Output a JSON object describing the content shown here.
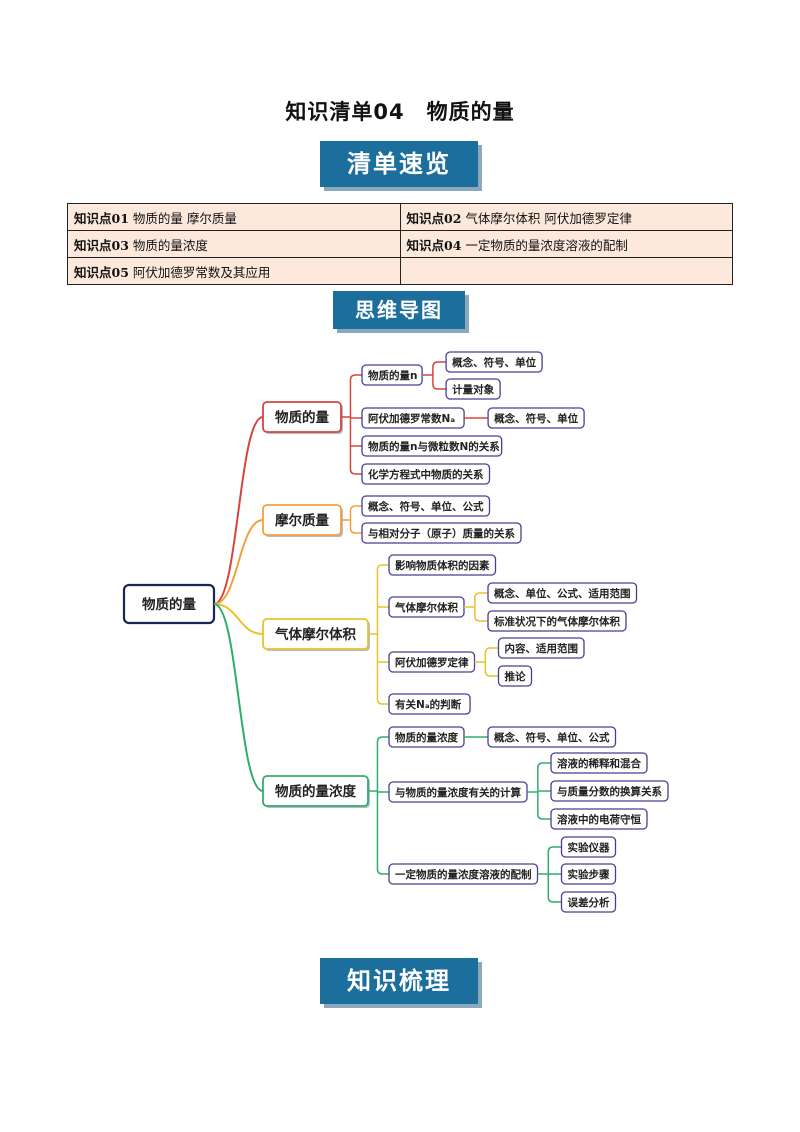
{
  "page_title": "知识清单04　物质的量",
  "banners": {
    "overview": "清单速览",
    "mindmap": "思维导图",
    "knowledge": "知识梳理"
  },
  "knowledge_points": [
    {
      "num": "知识点01",
      "name": "物质的量  摩尔质量"
    },
    {
      "num": "知识点02",
      "name": "气体摩尔体积  阿伏加德罗定律"
    },
    {
      "num": "知识点03",
      "name": "物质的量浓度"
    },
    {
      "num": "知识点04",
      "name": "一定物质的量浓度溶液的配制"
    },
    {
      "num": "知识点05",
      "name": "阿伏加德罗常数及其应用"
    }
  ],
  "mindmap": {
    "root": "物质的量",
    "branches": [
      {
        "label": "物质的量",
        "color": "#d6453c",
        "children": [
          {
            "label": "物质的量n",
            "children": [
              "概念、符号、单位",
              "计量对象"
            ]
          },
          {
            "label": "阿伏加德罗常数Nₐ",
            "children": [
              "概念、符号、单位"
            ]
          },
          {
            "label": "物质的量n与微粒数N的关系",
            "children": []
          },
          {
            "label": "化学方程式中物质的关系",
            "children": []
          }
        ]
      },
      {
        "label": "摩尔质量",
        "color": "#f0a23a",
        "children": [
          {
            "label": "概念、符号、单位、公式",
            "children": []
          },
          {
            "label": "与相对分子（原子）质量的关系",
            "children": []
          }
        ]
      },
      {
        "label": "气体摩尔体积",
        "color": "#e9c22c",
        "children": [
          {
            "label": "影响物质体积的因素",
            "children": []
          },
          {
            "label": "气体摩尔体积",
            "children": [
              "概念、单位、公式、适用范围",
              "标准状况下的气体摩尔体积"
            ]
          },
          {
            "label": "阿伏加德罗定律",
            "children": [
              "内容、适用范围",
              "推论"
            ]
          },
          {
            "label": "有关Nₐ的判断",
            "children": []
          }
        ]
      },
      {
        "label": "物质的量浓度",
        "color": "#2fae6b",
        "children": [
          {
            "label": "物质的量浓度",
            "children": [
              "概念、符号、单位、公式"
            ]
          },
          {
            "label": "与物质的量浓度有关的计算",
            "children": [
              "溶液的稀释和混合",
              "与质量分数的换算关系",
              "溶液中的电荷守恒"
            ]
          },
          {
            "label": "一定物质的量浓度溶液的配制",
            "children": [
              "实验仪器",
              "实验步骤",
              "误差分析"
            ]
          }
        ]
      }
    ]
  }
}
